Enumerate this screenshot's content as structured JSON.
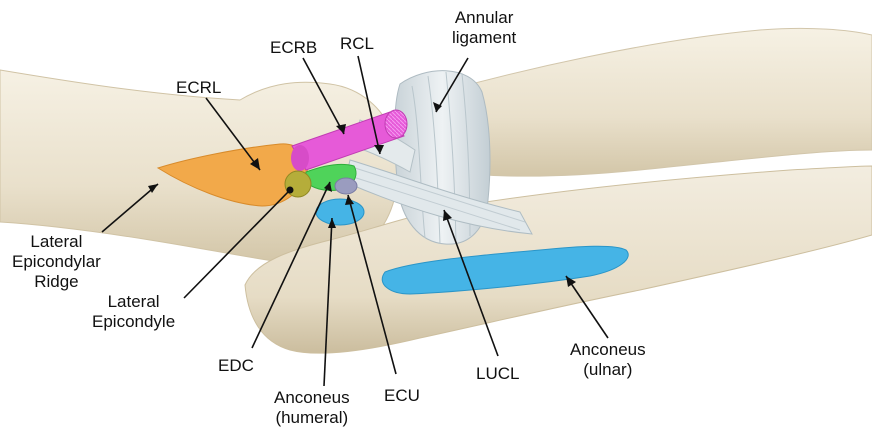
{
  "labels": {
    "annular_ligament": [
      "Annular",
      "ligament"
    ],
    "ecrb": "ECRB",
    "rcl": "RCL",
    "ecrl": "ECRL",
    "lateral_epicondylar_ridge": [
      "Lateral",
      "Epicondylar",
      "Ridge"
    ],
    "lateral_epicondyle": [
      "Lateral",
      "Epicondyle"
    ],
    "edc": "EDC",
    "anconeus_humeral": [
      "Anconeus",
      "(humeral)"
    ],
    "ecu": "ECU",
    "lucl": "LUCL",
    "anconeus_ulnar": [
      "Anconeus",
      "(ulnar)"
    ]
  },
  "colors": {
    "bone": "#ece4d2",
    "bone_shadow": "#cfc3a8",
    "ligament": "#dde4e7",
    "ecrl_origin": "#f2a94a",
    "ecrb_origin": "#e65ad8",
    "edc_origin": "#4fd35a",
    "anconeus_origin": "#45b4e6",
    "ecu_origin": "#9a9cbf",
    "epicondyle": "#b5ad3a",
    "leader_line": "#111111"
  }
}
